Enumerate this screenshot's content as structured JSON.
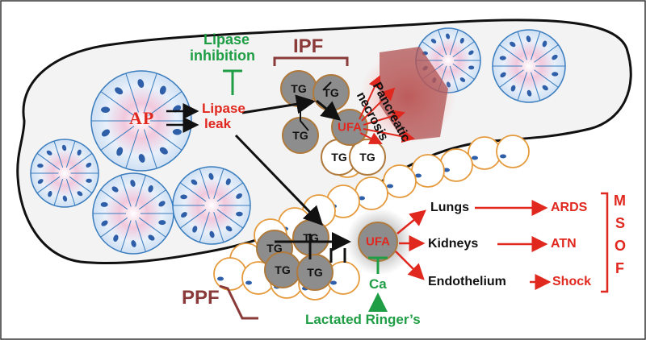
{
  "labels": {
    "lipase_inhibition_1": "Lipase",
    "lipase_inhibition_2": "inhibition",
    "ipf": "IPF",
    "ppf": "PPF",
    "ap": "AP",
    "lipase_leak_1": "Lipase",
    "lipase_leak_2": "leak",
    "pancreatic_necrosis_1": "Pancreatic",
    "pancreatic_necrosis_2": "necrosis",
    "ufa_top": "UFA",
    "ufa_bottom": "UFA",
    "tg": "TG",
    "lungs": "Lungs",
    "kidneys": "Kidneys",
    "endothelium": "Endothelium",
    "ards": "ARDS",
    "atn": "ATN",
    "shock": "Shock",
    "msof": [
      "M",
      "S",
      "O",
      "F"
    ],
    "ca": "Ca",
    "lactated_ringers": "Lactated Ringer’s"
  },
  "colors": {
    "green": "#1f9e45",
    "red": "#e0281e",
    "brown": "#8b3a3a",
    "black": "#111111"
  }
}
